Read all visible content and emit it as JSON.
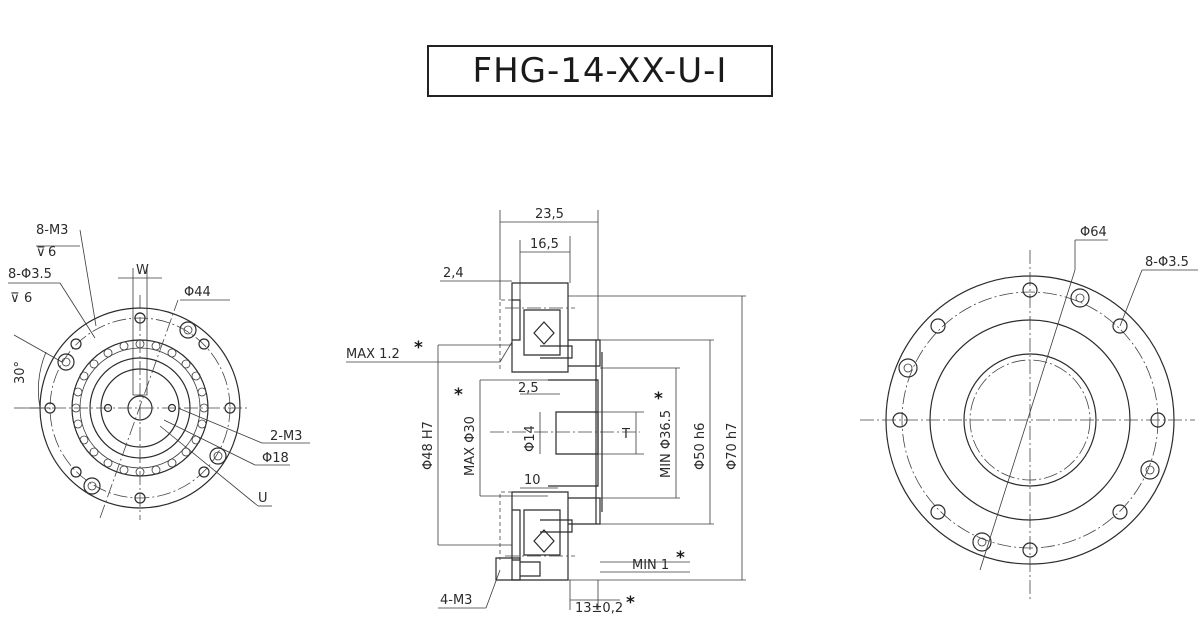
{
  "title": "FHG-14-XX-U-I",
  "left_view": {
    "labels": {
      "m3_holes": "8-M3",
      "m3_depth": "6",
      "thru_holes": "8-Φ3.5",
      "thru_depth": "6",
      "w": "W",
      "d44": "Φ44",
      "angle": "30°",
      "m3_2": "2-M3",
      "d18": "Φ18",
      "u": "U"
    }
  },
  "section_view": {
    "labels": {
      "d23_5": "23,5",
      "d16_5": "16,5",
      "d2_4": "2,4",
      "max1_2": "MAX 1.2",
      "d2_5": "2,5",
      "max_d30": "MAX Φ30",
      "d48": "Φ48 H7",
      "d14": "Φ14",
      "t": "T",
      "min_d36_5": "MIN Φ36.5",
      "d50": "Φ50 h6",
      "d70": "Φ70 h7",
      "d10": "10",
      "min1": "MIN 1",
      "m3_4": "4-M3",
      "d13": "13±0,2",
      "asterisk": "*"
    }
  },
  "right_view": {
    "labels": {
      "d64": "Φ64",
      "holes": "8-Φ3.5"
    }
  }
}
